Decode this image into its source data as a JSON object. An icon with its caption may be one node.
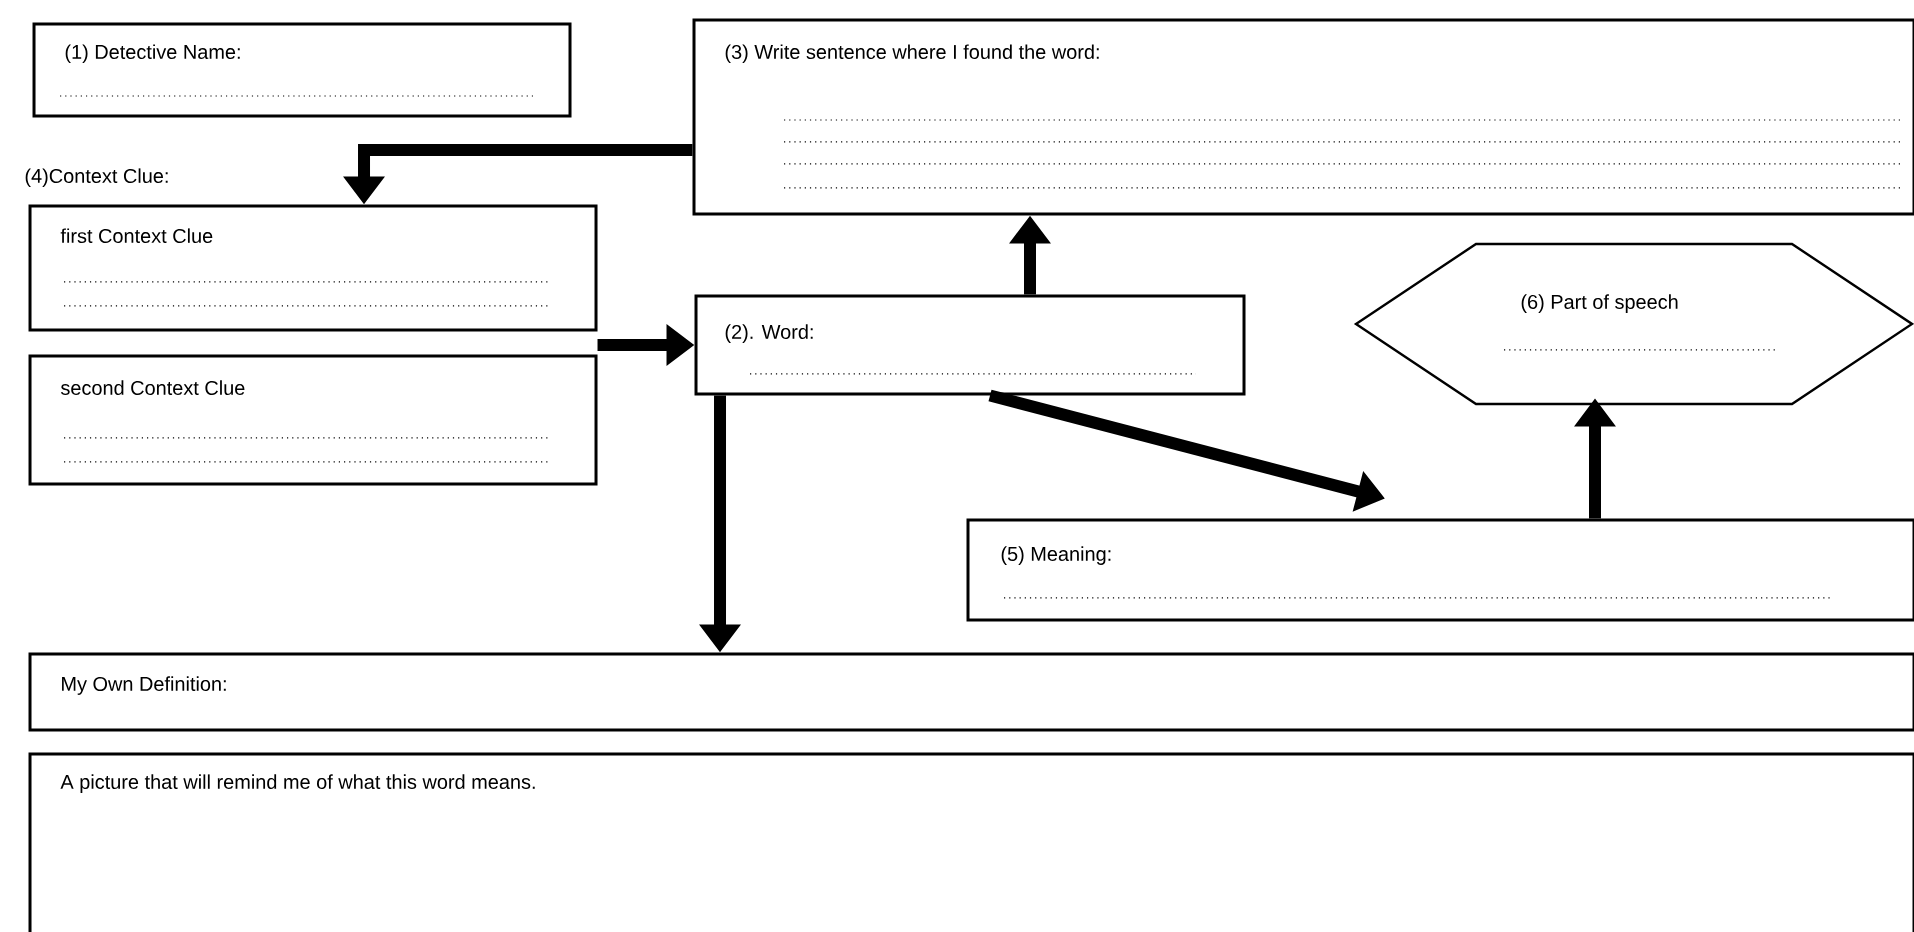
{
  "diagram": {
    "nodes": [
      {
        "text": [
          "(1) Detective Name:"
        ]
      },
      {
        "text": [
          "(3) Write sentence where I found the word:"
        ]
      },
      {
        "text": [
          "first Context Clue"
        ]
      },
      {
        "text": [
          "second Context Clue"
        ]
      },
      {
        "text": [
          "(2). Word:"
        ]
      },
      {
        "text": [
          "(6) Part of speech"
        ]
      },
      {
        "text": [
          "(5) Meaning:"
        ]
      },
      {
        "text": [
          "My Own Definition:"
        ]
      },
      {
        "text": [
          "A picture that will remind me of what this word means."
        ]
      }
    ],
    "edges": [
      {
        "from": 1,
        "to": 2,
        "arrow": "to"
      },
      {
        "from": 2,
        "to": 4,
        "arrow": "to"
      },
      {
        "from": 4,
        "to": 1,
        "arrow": "to"
      },
      {
        "from": 4,
        "to": 6,
        "arrow": "to"
      },
      {
        "from": 4,
        "to": 7,
        "arrow": "to"
      },
      {
        "from": 6,
        "to": 5,
        "arrow": "to"
      }
    ],
    "labels": [
      "(4)Context Clue:"
    ]
  }
}
